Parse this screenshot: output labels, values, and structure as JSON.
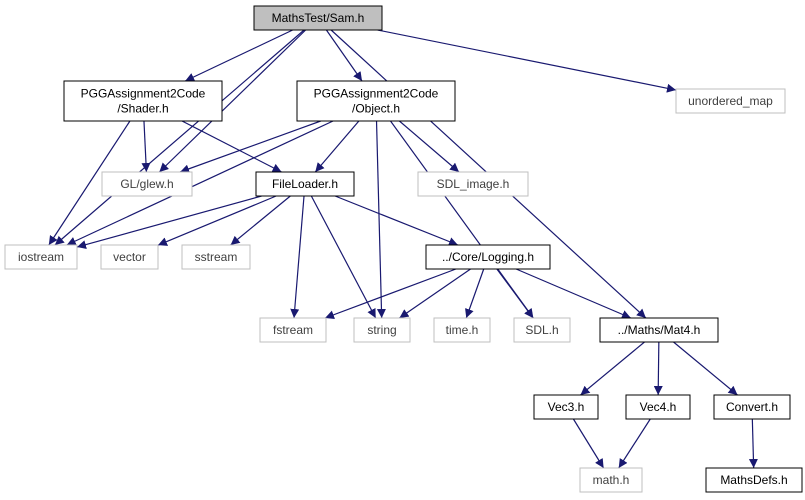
{
  "title_node": "MathsTest/Sam.h",
  "colors": {
    "edge": "#191970",
    "root_fill": "#bfbfbf",
    "doc_border": "#000000",
    "ext_border": "#bfbfbf",
    "ext_text": "#404040",
    "doc_text": "#000000"
  },
  "nodes": [
    {
      "id": "sam",
      "lines": [
        "MathsTest/Sam.h"
      ],
      "kind": "root"
    },
    {
      "id": "shader",
      "lines": [
        "PGGAssignment2Code",
        "/Shader.h"
      ],
      "kind": "doc"
    },
    {
      "id": "object",
      "lines": [
        "PGGAssignment2Code",
        "/Object.h"
      ],
      "kind": "doc"
    },
    {
      "id": "unordered_map",
      "lines": [
        "unordered_map"
      ],
      "kind": "ext"
    },
    {
      "id": "glew",
      "lines": [
        "GL/glew.h"
      ],
      "kind": "ext"
    },
    {
      "id": "fileloader",
      "lines": [
        "FileLoader.h"
      ],
      "kind": "doc"
    },
    {
      "id": "sdl_image",
      "lines": [
        "SDL_image.h"
      ],
      "kind": "ext"
    },
    {
      "id": "iostream",
      "lines": [
        "iostream"
      ],
      "kind": "ext"
    },
    {
      "id": "vector",
      "lines": [
        "vector"
      ],
      "kind": "ext"
    },
    {
      "id": "sstream",
      "lines": [
        "sstream"
      ],
      "kind": "ext"
    },
    {
      "id": "logging",
      "lines": [
        "../Core/Logging.h"
      ],
      "kind": "doc"
    },
    {
      "id": "fstream",
      "lines": [
        "fstream"
      ],
      "kind": "ext"
    },
    {
      "id": "string",
      "lines": [
        "string"
      ],
      "kind": "ext"
    },
    {
      "id": "time",
      "lines": [
        "time.h"
      ],
      "kind": "ext"
    },
    {
      "id": "sdl",
      "lines": [
        "SDL.h"
      ],
      "kind": "ext"
    },
    {
      "id": "mat4",
      "lines": [
        "../Maths/Mat4.h"
      ],
      "kind": "doc"
    },
    {
      "id": "vec3",
      "lines": [
        "Vec3.h"
      ],
      "kind": "doc"
    },
    {
      "id": "vec4",
      "lines": [
        "Vec4.h"
      ],
      "kind": "doc"
    },
    {
      "id": "convert",
      "lines": [
        "Convert.h"
      ],
      "kind": "doc"
    },
    {
      "id": "math",
      "lines": [
        "math.h"
      ],
      "kind": "ext"
    },
    {
      "id": "mathsdefs",
      "lines": [
        "MathsDefs.h"
      ],
      "kind": "doc"
    }
  ],
  "edges": [
    [
      "sam",
      "shader"
    ],
    [
      "sam",
      "object"
    ],
    [
      "sam",
      "unordered_map"
    ],
    [
      "sam",
      "glew"
    ],
    [
      "sam",
      "iostream"
    ],
    [
      "sam",
      "mat4"
    ],
    [
      "shader",
      "glew"
    ],
    [
      "shader",
      "fileloader"
    ],
    [
      "shader",
      "iostream"
    ],
    [
      "object",
      "glew"
    ],
    [
      "object",
      "fileloader"
    ],
    [
      "object",
      "sdl_image"
    ],
    [
      "object",
      "iostream"
    ],
    [
      "object",
      "string"
    ],
    [
      "object",
      "sdl"
    ],
    [
      "fileloader",
      "iostream"
    ],
    [
      "fileloader",
      "vector"
    ],
    [
      "fileloader",
      "sstream"
    ],
    [
      "fileloader",
      "fstream"
    ],
    [
      "fileloader",
      "string"
    ],
    [
      "fileloader",
      "logging"
    ],
    [
      "logging",
      "fstream"
    ],
    [
      "logging",
      "string"
    ],
    [
      "logging",
      "time"
    ],
    [
      "logging",
      "sdl"
    ],
    [
      "logging",
      "mat4"
    ],
    [
      "mat4",
      "vec3"
    ],
    [
      "mat4",
      "vec4"
    ],
    [
      "mat4",
      "convert"
    ],
    [
      "vec3",
      "math"
    ],
    [
      "vec4",
      "math"
    ],
    [
      "convert",
      "mathsdefs"
    ]
  ]
}
